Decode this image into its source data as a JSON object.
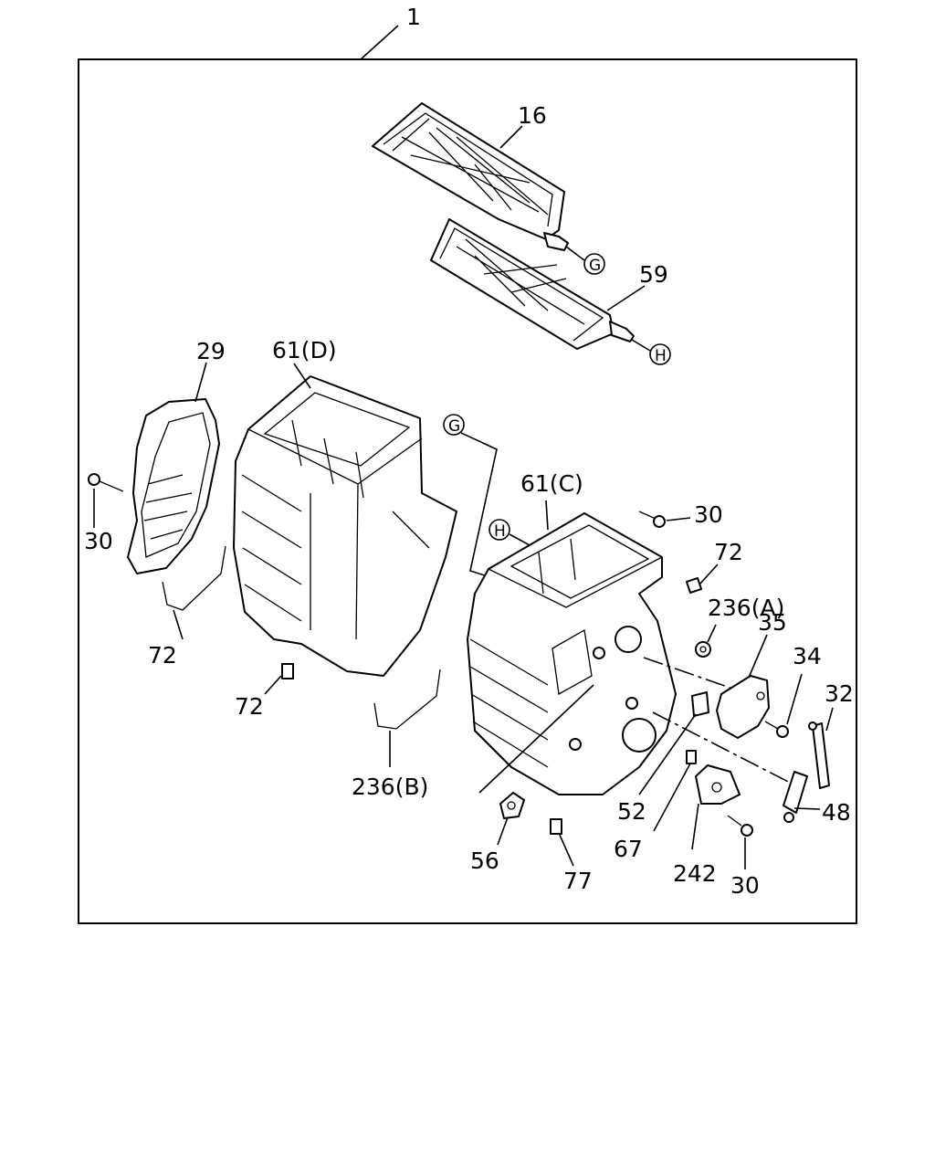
{
  "diagram": {
    "assembly_label": "1",
    "parts": [
      {
        "id": "p16",
        "label": "16"
      },
      {
        "id": "p59",
        "label": "59"
      },
      {
        "id": "p29",
        "label": "29"
      },
      {
        "id": "p61d",
        "label": "61(D)"
      },
      {
        "id": "p61c",
        "label": "61(C)"
      },
      {
        "id": "p30a",
        "label": "30"
      },
      {
        "id": "p30b",
        "label": "30"
      },
      {
        "id": "p30c",
        "label": "30"
      },
      {
        "id": "p72a",
        "label": "72"
      },
      {
        "id": "p72b",
        "label": "72"
      },
      {
        "id": "p72c",
        "label": "72"
      },
      {
        "id": "p236b",
        "label": "236(B)"
      },
      {
        "id": "p236a",
        "label": "236(A)"
      },
      {
        "id": "p35",
        "label": "35"
      },
      {
        "id": "p34",
        "label": "34"
      },
      {
        "id": "p32",
        "label": "32"
      },
      {
        "id": "p48",
        "label": "48"
      },
      {
        "id": "p52",
        "label": "52"
      },
      {
        "id": "p67",
        "label": "67"
      },
      {
        "id": "p242",
        "label": "242"
      },
      {
        "id": "p77",
        "label": "77"
      },
      {
        "id": "p56",
        "label": "56"
      }
    ],
    "reference_markers": [
      {
        "id": "G1",
        "letter": "G"
      },
      {
        "id": "H1",
        "letter": "H"
      },
      {
        "id": "G2",
        "letter": "G"
      },
      {
        "id": "H2",
        "letter": "H"
      }
    ]
  }
}
